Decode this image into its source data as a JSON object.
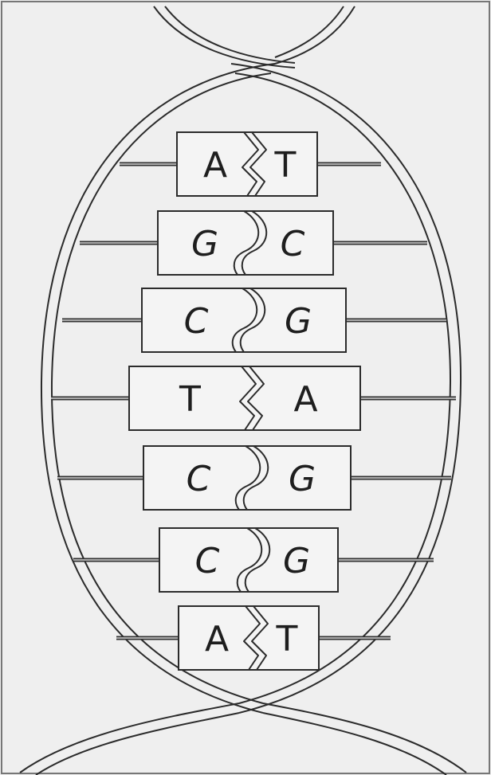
{
  "base_pairs": [
    {
      "left": "A",
      "right": "T",
      "bond": "zigzag"
    },
    {
      "left": "G",
      "right": "C",
      "bond": "curve"
    },
    {
      "left": "C",
      "right": "G",
      "bond": "curve"
    },
    {
      "left": "T",
      "right": "A",
      "bond": "zigzag"
    },
    {
      "left": "C",
      "right": "G",
      "bond": "curve"
    },
    {
      "left": "C",
      "right": "G",
      "bond": "curve"
    },
    {
      "left": "A",
      "right": "T",
      "bond": "zigzag"
    }
  ],
  "colors": {
    "line": "#2b2b2b",
    "paper": "#efefef"
  }
}
